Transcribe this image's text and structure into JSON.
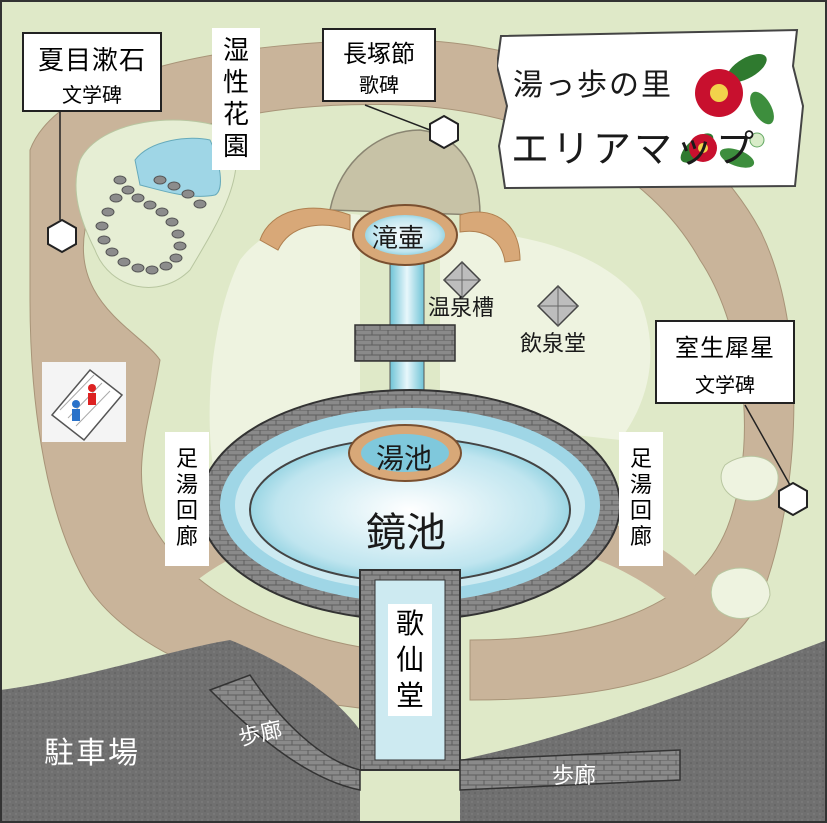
{
  "map": {
    "title_line1": "湯っ歩の里",
    "title_line2": "エリアマップ",
    "labels": {
      "soseki_name": "夏目漱石",
      "soseki_sub": "文学碑",
      "shitsusei": [
        "湿",
        "性",
        "花",
        "園"
      ],
      "nagatsuka_name": "長塚節",
      "nagatsuka_sub": "歌碑",
      "murou_name": "室生犀星",
      "murou_sub": "文学碑",
      "taki": "滝壷",
      "onsensou": "温泉槽",
      "insendou": "飲泉堂",
      "yuike": "湯池",
      "kagamiike": "鏡池",
      "ashiyu_left": [
        "足",
        "湯",
        "回",
        "廊"
      ],
      "ashiyu_right": [
        "足",
        "湯",
        "回",
        "廊"
      ],
      "kasendou": [
        "歌",
        "仙",
        "堂"
      ],
      "parking": "駐車場",
      "hokou1": "歩廊",
      "hokou2": "歩廊"
    },
    "icons": {
      "restroom": "restroom-icon",
      "monument": "hexagon-monument-icon",
      "building": "diamond-building-icon",
      "flower": "camellia-icon"
    },
    "colors": {
      "ground": "#dfe9c8",
      "path": "#c9b49a",
      "water": "#9fd6e6",
      "paving": "#7a7a7a",
      "parking": "#6e6e6e",
      "camellia": "#c8102e"
    }
  }
}
